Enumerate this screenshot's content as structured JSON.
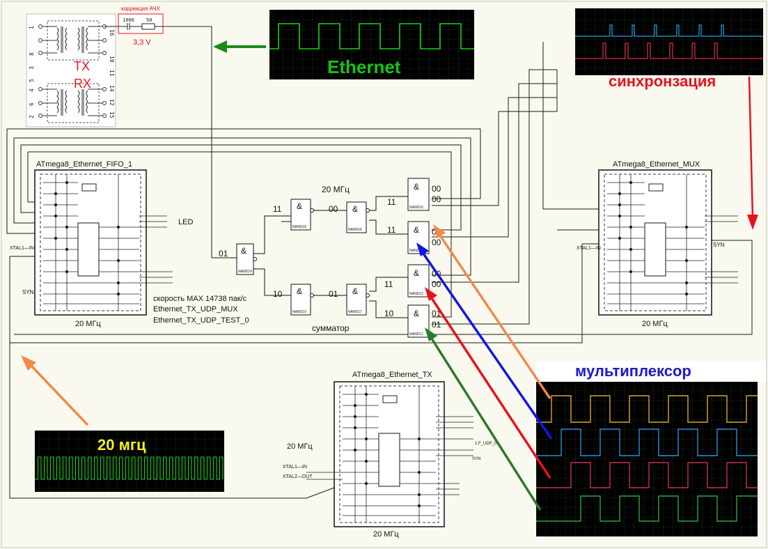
{
  "transformer": {
    "pins_left": [
      "1",
      "8",
      "3",
      "5",
      "4",
      "6",
      "2"
    ],
    "pins_right": [
      "16",
      "10",
      "11",
      "14",
      "12",
      "15"
    ],
    "tx_label": "TX",
    "rx_label": "RX"
  },
  "correction": {
    "title": "коррекция АЧХ",
    "cap_value": "1000",
    "res_value": "50",
    "voltage": "3,3 V"
  },
  "scopes": {
    "ethernet_label": "Ethernet",
    "sync_label": "синхронзация",
    "clock_label": "20 мгц",
    "mux_label": "мультиплексор"
  },
  "chips": {
    "fifo": {
      "title": "ATmega8_Ethernet_FIFO_1",
      "freq": "20 МГц",
      "led": "LED",
      "xtal": "XTAL1—IN",
      "syn": "SYN"
    },
    "mux": {
      "title": "ATmega8_Ethernet_MUX",
      "freq": "20 МГц",
      "xtal": "XTAL1—IN",
      "syn": "SYN"
    },
    "tx": {
      "title": "ATmega8_Ethernet_TX",
      "freq_left": "20 МГц",
      "freq_bottom": "20 МГц",
      "xtal1": "XTAL1—IN",
      "xtal2": "XTAL2—OUT",
      "tx_udp": "1.F_UDP_0",
      "syn": "SYN"
    }
  },
  "gates": {
    "freq_label": "20 МГц",
    "summator_label": "сумматор",
    "symbol": "&",
    "names": [
      "NAND18",
      "NAND16",
      "NAND2X",
      "NAND19",
      "NAND17",
      "NAND15",
      "NAND14",
      "NAND13",
      "NAND12"
    ],
    "wire_codes": {
      "g18_in": "11",
      "g16_in": "00",
      "g2_in": "01",
      "g19_in": "10",
      "g17_in": "01"
    },
    "out_codes": {
      "o1": "11",
      "o2": "11",
      "o3": "11",
      "o4": "10"
    },
    "and_codes": [
      [
        "00",
        "00"
      ],
      [
        "00",
        "00"
      ],
      [
        "00",
        "00"
      ],
      [
        "01",
        "01"
      ]
    ]
  },
  "notes": {
    "line1": "скорость MAX 14738 пак/с",
    "line2": "Ethernet_TX_UDP_MUX",
    "line3": "Ethernet_TX_UDP_TEST_0"
  },
  "colors": {
    "arrow_green": "#1b8a1b",
    "arrow_red": "#e8121a",
    "arrow_orange": "#f28a4a",
    "arrow_blue": "#1414e6",
    "arrow_darkgreen": "#2a7a2a",
    "label_red": "#e8121a",
    "label_blue": "#1a1ad0",
    "label_yellow": "#f7f01e",
    "label_green": "#19c419"
  }
}
